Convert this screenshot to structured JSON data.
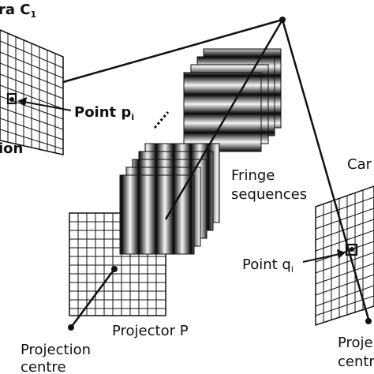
{
  "labels": {
    "camera_c1": "ra C",
    "camera_c1_sub": "1",
    "point_p": "Point p",
    "point_p_sub": "i",
    "left_cut": "ion",
    "fringe_line1": "Fringe",
    "fringe_line2": "sequences",
    "camera_c2_cut": "Car",
    "point_q": "Point q",
    "point_q_sub": "i",
    "projector": "Projector P",
    "projection_centre_line1": "Projection",
    "projection_centre_line2": "centre",
    "right_cut_line1": "Proje",
    "right_cut_line2": "centr"
  },
  "colors": {
    "ink": "#111111",
    "paper": "#ffffff"
  }
}
